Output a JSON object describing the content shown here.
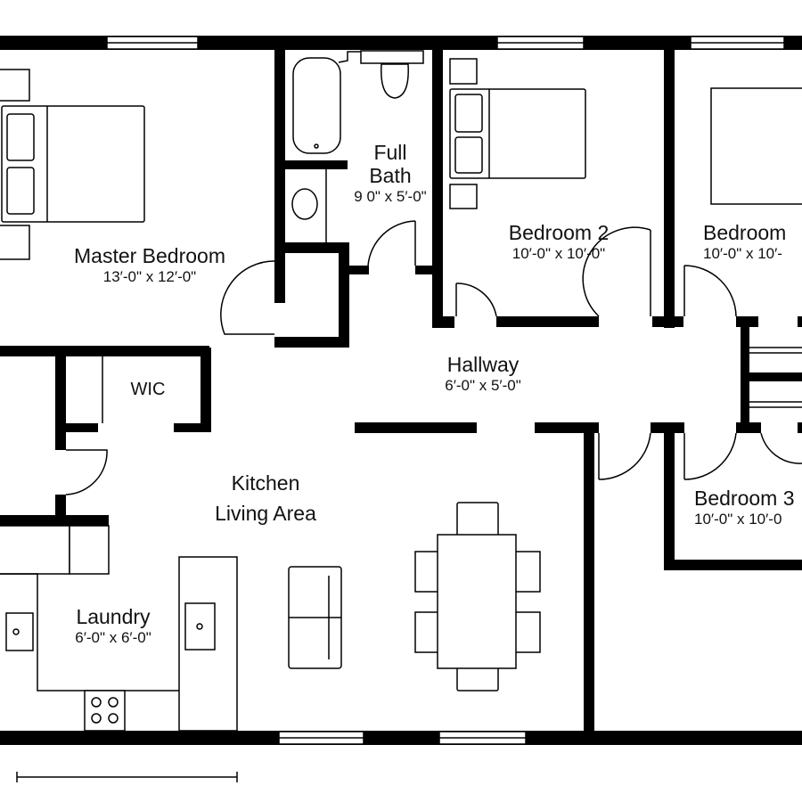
{
  "rooms": {
    "master": {
      "name": "Master Bedroom",
      "dim": "13′-0\" x 12′-0\""
    },
    "bath": {
      "name1": "Full",
      "name2": "Bath",
      "dim": "9 0\" x 5′-0\""
    },
    "bedroom2": {
      "name": "Bedroom 2",
      "dim": "10′-0\" x 10′-0\""
    },
    "bedroom_right": {
      "name": "Bedroom",
      "dim": "10′-0\" x 10′-"
    },
    "hallway": {
      "name": "Hallway",
      "dim": "6′-0\" x 5′-0\""
    },
    "wic": {
      "name": "WIC"
    },
    "kitchen": {
      "name1": "Kitchen",
      "name2": "Living Area"
    },
    "laundry": {
      "name": "Laundry",
      "dim": "6′-0\" x 6′-0\""
    },
    "bedroom3": {
      "name": "Bedroom 3",
      "dim": "10′-0\" x 10′-0"
    }
  },
  "colors": {
    "wall": "#000000",
    "background": "#ffffff"
  }
}
